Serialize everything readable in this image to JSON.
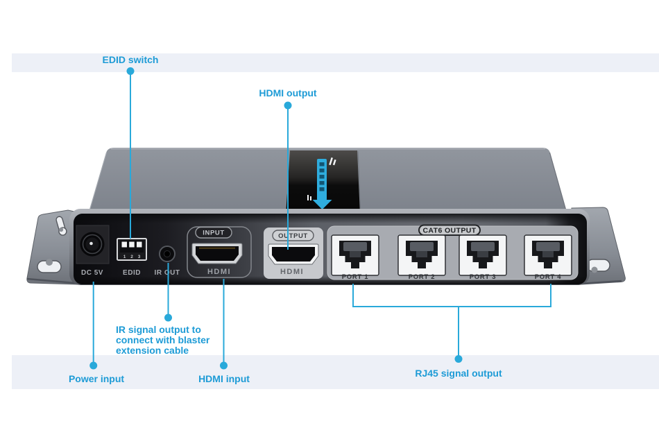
{
  "colors": {
    "accent": "#29a9da",
    "accent_text": "#1d9bd6",
    "band": "#edf0f7",
    "chassis_gray": "#84888f",
    "panel_dark": "#141417",
    "sticker_cyan": "#2fadde"
  },
  "callouts": {
    "edid": "EDID switch",
    "hdmi_output": "HDMI output",
    "ir_line1": "IR signal output to",
    "ir_line2": "connect with blaster",
    "ir_line3": "extension cable",
    "power": "Power input",
    "hdmi_input": "HDMI input",
    "rj45": "RJ45 signal output"
  },
  "panel": {
    "dc_label": "DC 5V",
    "edid_label": "EDID",
    "dip_numbers": [
      "1",
      "2",
      "3"
    ],
    "ir_label": "IR OUT",
    "input_capsule": "INPUT",
    "hdmi_in_label": "HDMI",
    "output_capsule": "OUTPUT",
    "hdmi_out_label": "HDMI",
    "cat6_capsule": "CAT6 OUTPUT",
    "ports": [
      "PORT 1",
      "PORT 2",
      "PORT 3",
      "PORT 4"
    ]
  }
}
